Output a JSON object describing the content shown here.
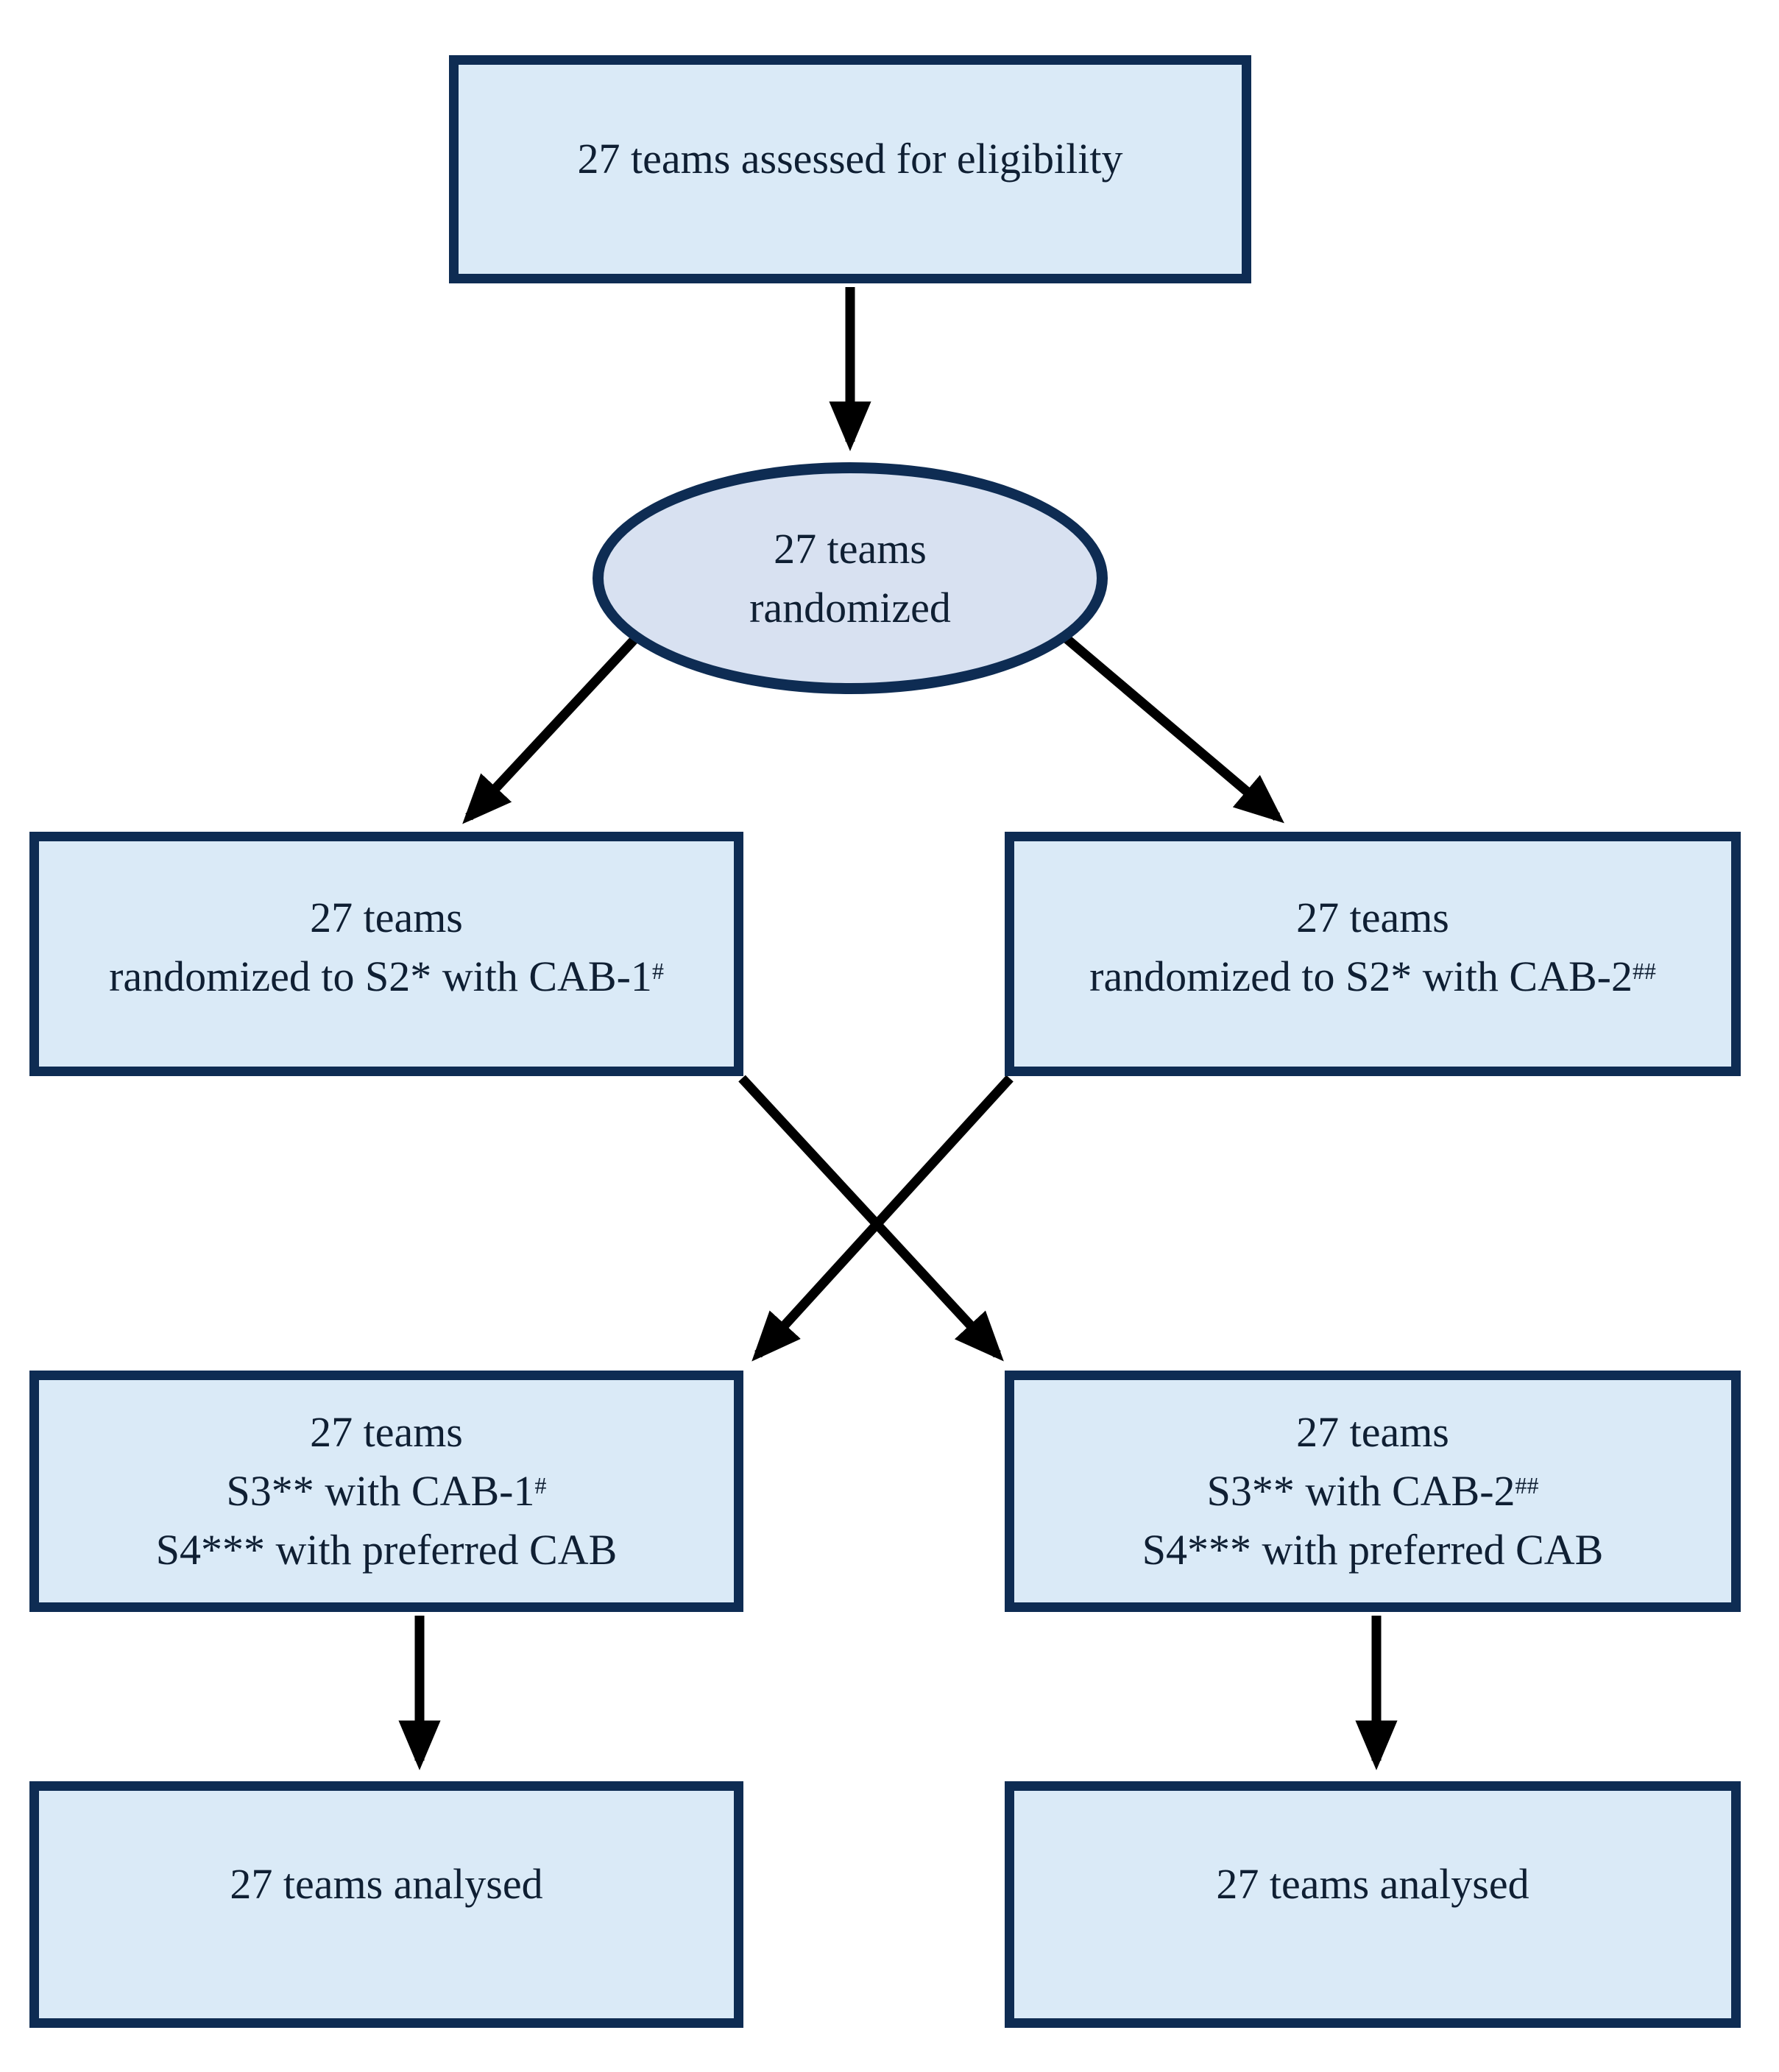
{
  "figure": {
    "kind": "randomization-flow-diagram"
  },
  "colors": {
    "border": "#0e2c53",
    "box_fill": "#daeaf7",
    "ellipse_fill": "#d8e1f1",
    "arrow": "#000000",
    "text": "#0f1f33",
    "background": "#ffffff"
  },
  "nodes": {
    "assessed": {
      "shape": "rect",
      "lines": [
        [
          {
            "t": "27 teams assessed for eligibility"
          }
        ]
      ]
    },
    "randomized": {
      "shape": "ellipse",
      "lines": [
        [
          {
            "t": "27 teams"
          }
        ],
        [
          {
            "t": "randomized"
          }
        ]
      ]
    },
    "arm1": {
      "shape": "rect",
      "lines": [
        [
          {
            "t": "27 teams"
          }
        ],
        [
          {
            "t": "randomized to S2* with CAB-1"
          },
          {
            "t": "#",
            "sup": true
          }
        ]
      ]
    },
    "arm2": {
      "shape": "rect",
      "lines": [
        [
          {
            "t": "27 teams"
          }
        ],
        [
          {
            "t": "randomized to S2* with CAB-2"
          },
          {
            "t": "##",
            "sup": true
          }
        ]
      ]
    },
    "crossover1": {
      "shape": "rect",
      "lines": [
        [
          {
            "t": "27 teams"
          }
        ],
        [
          {
            "t": "S3** with CAB-1"
          },
          {
            "t": "#",
            "sup": true
          }
        ],
        [
          {
            "t": "S4*** with preferred CAB"
          }
        ]
      ]
    },
    "crossover2": {
      "shape": "rect",
      "lines": [
        [
          {
            "t": "27 teams"
          }
        ],
        [
          {
            "t": "S3** with CAB-2"
          },
          {
            "t": "##",
            "sup": true
          }
        ],
        [
          {
            "t": "S4*** with preferred CAB"
          }
        ]
      ]
    },
    "analysed1": {
      "shape": "rect",
      "lines": [
        [
          {
            "t": "27 teams analysed"
          }
        ]
      ]
    },
    "analysed2": {
      "shape": "rect",
      "lines": [
        [
          {
            "t": "27 teams analysed"
          }
        ]
      ]
    }
  },
  "edges": [
    {
      "from": "assessed",
      "to": "randomized"
    },
    {
      "from": "randomized",
      "to": "arm1"
    },
    {
      "from": "randomized",
      "to": "arm2"
    },
    {
      "from": "arm1",
      "to": "crossover2"
    },
    {
      "from": "arm2",
      "to": "crossover1"
    },
    {
      "from": "crossover1",
      "to": "analysed1"
    },
    {
      "from": "crossover2",
      "to": "analysed2"
    }
  ]
}
